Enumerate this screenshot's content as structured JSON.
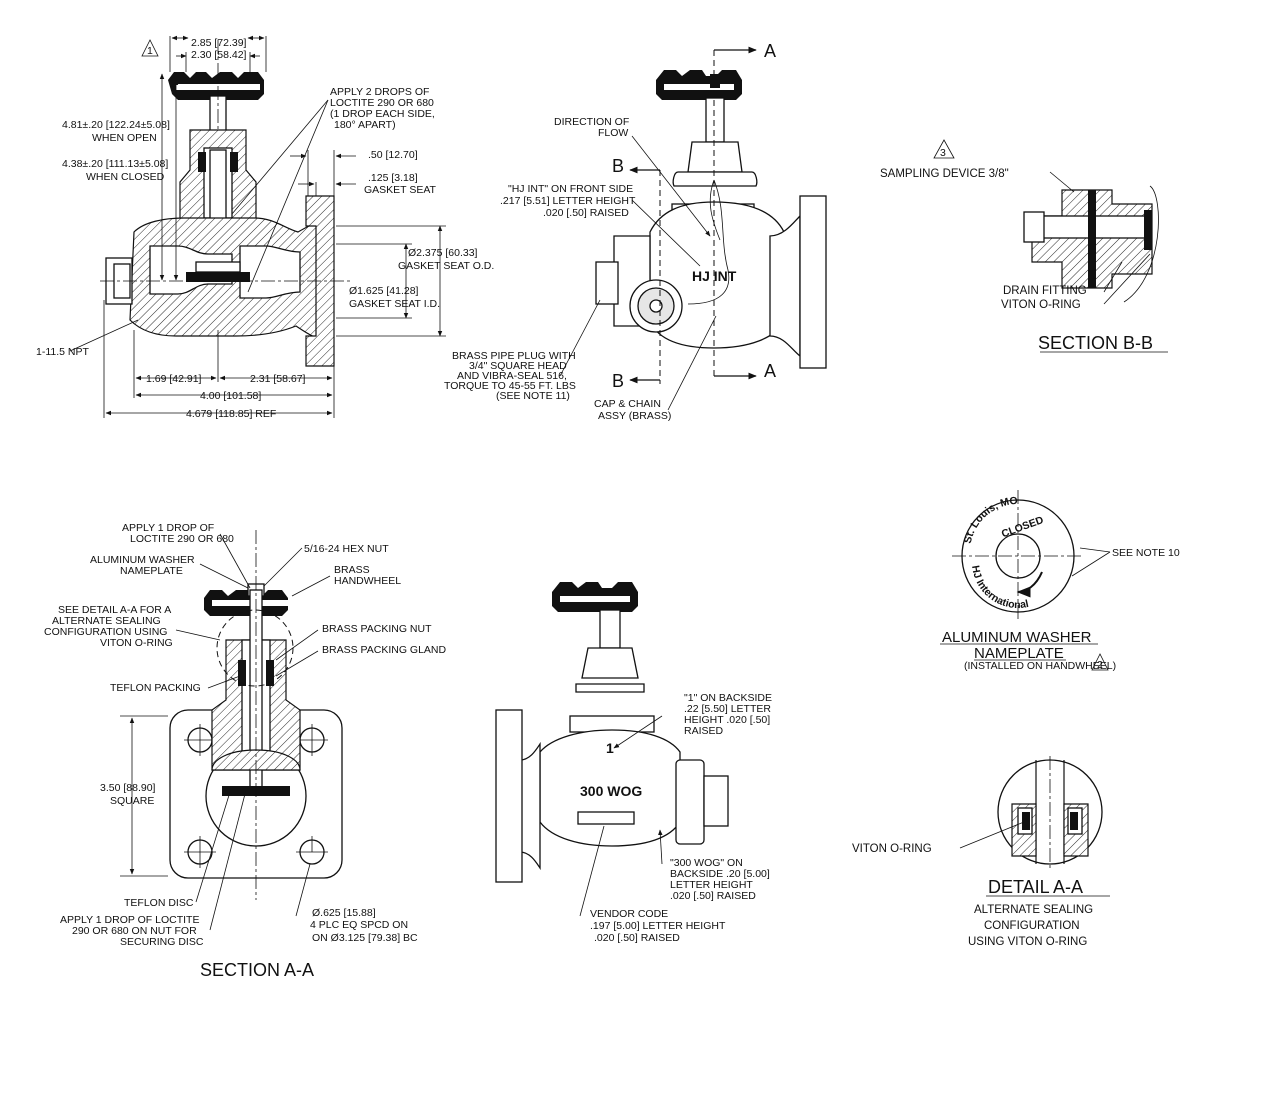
{
  "top_left": {
    "rev1": "1",
    "dim_a1": "2.85 [72.39]",
    "dim_a2": "2.30 [58.42]",
    "open_1": "4.81±.20 [122.24±5.08]",
    "open_2": "WHEN OPEN",
    "closed_1": "4.38±.20 [111.13±5.08]",
    "closed_2": "WHEN CLOSED",
    "loctite_1": "APPLY 2 DROPS OF",
    "loctite_2": "LOCTITE 290 OR 680",
    "loctite_3": "(1 DROP EACH SIDE,",
    "loctite_4": "180° APART)",
    "flange": ".50 [12.70]",
    "gasket_1": ".125 [3.18]",
    "gasket_2": "GASKET SEAT",
    "od_1": "Ø2.375 [60.33]",
    "od_2": "GASKET SEAT O.D.",
    "id_1": "Ø1.625 [41.28]",
    "id_2": "GASKET SEAT I.D.",
    "npt": "1-11.5 NPT",
    "d1": "1.69 [42.91]",
    "d2": "2.31 [58.67]",
    "d3": "4.00 [101.58]",
    "d4": "4.679 [118.85] REF"
  },
  "top_mid": {
    "sec_a": "A",
    "sec_b": "B",
    "flow_1": "DIRECTION OF",
    "flow_2": "FLOW",
    "hj_1": "\"HJ INT\" ON FRONT SIDE",
    "hj_2": ".217 [5.51] LETTER HEIGHT",
    "hj_3": ".020 [.50] RAISED",
    "emboss": "HJ INT",
    "plug_1": "BRASS PIPE PLUG WITH",
    "plug_2": "3/4\" SQUARE HEAD",
    "plug_3": "AND VIBRA-SEAL 516,",
    "plug_4": "TORQUE TO 45-55 FT. LBS",
    "plug_5": "(SEE NOTE 11)",
    "cap_1": "CAP & CHAIN",
    "cap_2": "ASSY (BRASS)"
  },
  "section_bb": {
    "rev3": "3",
    "sampling": "SAMPLING DEVICE 3/8\"",
    "drain_1": "DRAIN FITTING",
    "drain_2": "VITON O-RING",
    "title": "SECTION B-B"
  },
  "section_aa": {
    "l1": "APPLY 1 DROP OF",
    "l2": "LOCTITE 290 OR 680",
    "hexnut": "5/16-24 HEX NUT",
    "washer_1": "ALUMINUM WASHER",
    "washer_2": "NAMEPLATE",
    "wheel_1": "BRASS",
    "wheel_2": "HANDWHEEL",
    "detail_1": "SEE DETAIL A-A FOR A",
    "detail_2": "ALTERNATE SEALING",
    "detail_3": "CONFIGURATION USING",
    "detail_4": "VITON O-RING",
    "packnut": "BRASS PACKING NUT",
    "gland": "BRASS PACKING GLAND",
    "teflon_pack": "TEFLON PACKING",
    "square_1": "3.50 [88.90]",
    "square_2": "SQUARE",
    "teflon_disc": "TEFLON DISC",
    "disc_1": "APPLY 1 DROP OF LOCTITE",
    "disc_2": "290 OR 680 ON NUT FOR",
    "disc_3": "SECURING DISC",
    "holes_1": "Ø.625 [15.88]",
    "holes_2": "4 PLC EQ SPCD ON",
    "holes_3": "ON Ø3.125 [79.38] BC",
    "title": "SECTION A-A"
  },
  "back_view": {
    "one_1": "\"1\" ON BACKSIDE",
    "one_2": ".22 [5.50] LETTER",
    "one_3": "HEIGHT .020 [.50]",
    "one_4": "RAISED",
    "emboss_1": "1",
    "emboss_wog": "300 WOG",
    "wog_1": "\"300 WOG\" ON",
    "wog_2": "BACKSIDE .20 [5.00]",
    "wog_3": "LETTER HEIGHT",
    "wog_4": ".020 [.50] RAISED",
    "vendor_1": "VENDOR CODE",
    "vendor_2": ".197 [5.00] LETTER HEIGHT",
    "vendor_3": ".020 [.50] RAISED"
  },
  "nameplate": {
    "ring_top": "St. Louis, MO",
    "ring_bottom": "HJ International",
    "closed": "CLOSED",
    "note": "SEE NOTE 10",
    "title_1": "ALUMINUM WASHER",
    "title_2": "NAMEPLATE",
    "sub": "(INSTALLED ON HANDWHEEL)",
    "rev2": "2"
  },
  "detail_aa": {
    "oring": "VITON O-RING",
    "title": "DETAIL A-A",
    "s1": "ALTERNATE SEALING",
    "s2": "CONFIGURATION",
    "s3": "USING VITON O-RING"
  }
}
